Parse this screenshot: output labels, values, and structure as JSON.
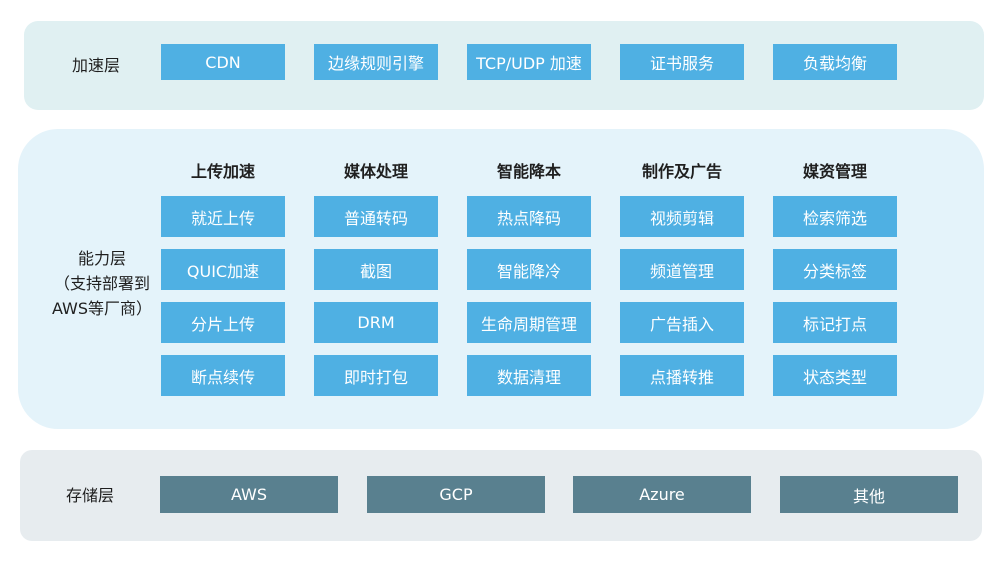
{
  "acceleration_layer": {
    "label": "加速层",
    "items": [
      "CDN",
      "边缘规则引擎",
      "TCP/UDP 加速",
      "证书服务",
      "负载均衡"
    ]
  },
  "capability_layer": {
    "label_lines": [
      "能力层",
      "（支持部署到",
      "AWS等厂商）"
    ],
    "columns": [
      {
        "header": "上传加速",
        "items": [
          "就近上传",
          "QUIC加速",
          "分片上传",
          "断点续传"
        ]
      },
      {
        "header": "媒体处理",
        "items": [
          "普通转码",
          "截图",
          "DRM",
          "即时打包"
        ]
      },
      {
        "header": "智能降本",
        "items": [
          "热点降码",
          "智能降冷",
          "生命周期管理",
          "数据清理"
        ]
      },
      {
        "header": "制作及广告",
        "items": [
          "视频剪辑",
          "频道管理",
          "广告插入",
          "点播转推"
        ]
      },
      {
        "header": "媒资管理",
        "items": [
          "检索筛选",
          "分类标签",
          "标记打点",
          "状态类型"
        ]
      }
    ]
  },
  "storage_layer": {
    "label": "存储层",
    "items": [
      "AWS",
      "GCP",
      "Azure",
      "其他"
    ]
  },
  "colors": {
    "box_blue": "#4fb0e3",
    "box_dark": "#59808f",
    "accel_bg": "#e0f0f2",
    "capability_bg": "#e4f3fa",
    "storage_bg": "#e7ecef"
  }
}
